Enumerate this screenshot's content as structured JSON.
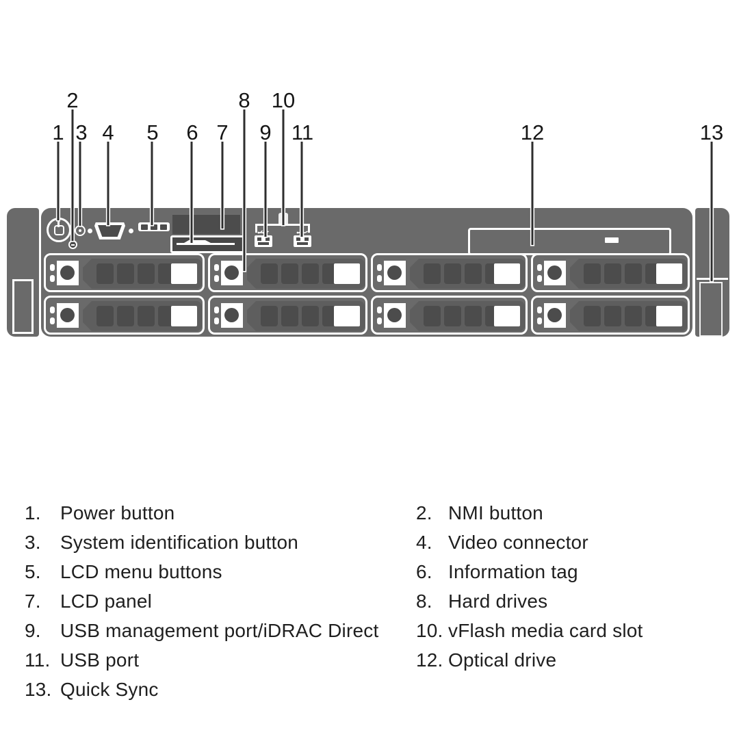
{
  "figure": {
    "description": "Server front panel features diagram",
    "callouts": [
      {
        "num": "1",
        "label": "Power button"
      },
      {
        "num": "2",
        "label": "NMI button"
      },
      {
        "num": "3",
        "label": "System identification button"
      },
      {
        "num": "4",
        "label": "Video connector"
      },
      {
        "num": "5",
        "label": "LCD menu buttons"
      },
      {
        "num": "6",
        "label": "Information tag"
      },
      {
        "num": "7",
        "label": "LCD panel"
      },
      {
        "num": "8",
        "label": "Hard drives"
      },
      {
        "num": "9",
        "label": "USB management port/iDRAC Direct"
      },
      {
        "num": "10",
        "label": "vFlash media card slot"
      },
      {
        "num": "11",
        "label": "USB port"
      },
      {
        "num": "12",
        "label": "Optical drive"
      },
      {
        "num": "13",
        "label": "Quick Sync"
      }
    ],
    "drive_bays": {
      "rows": 2,
      "columns": 4
    }
  },
  "legend": {
    "left": [
      {
        "num": "1.",
        "label": "Power button"
      },
      {
        "num": "3.",
        "label": "System identification button"
      },
      {
        "num": "5.",
        "label": "LCD menu buttons"
      },
      {
        "num": "7.",
        "label": "LCD panel"
      },
      {
        "num": "9.",
        "label": "USB management port/iDRAC Direct"
      },
      {
        "num": "11.",
        "label": "USB port"
      },
      {
        "num": "13.",
        "label": "Quick Sync"
      }
    ],
    "right": [
      {
        "num": "2.",
        "label": "NMI button"
      },
      {
        "num": "4.",
        "label": "Video connector"
      },
      {
        "num": "6.",
        "label": "Information tag"
      },
      {
        "num": "8.",
        "label": "Hard drives"
      },
      {
        "num": "10.",
        "label": "vFlash media card slot"
      },
      {
        "num": "12.",
        "label": "Optical drive"
      }
    ]
  },
  "colors": {
    "chassis_gray": "#6a6a6a",
    "panel_dark": "#4c4c4c",
    "outline_white": "#ffffff",
    "callout_line": "#2e2e2e",
    "text": "#1f1f1f"
  }
}
